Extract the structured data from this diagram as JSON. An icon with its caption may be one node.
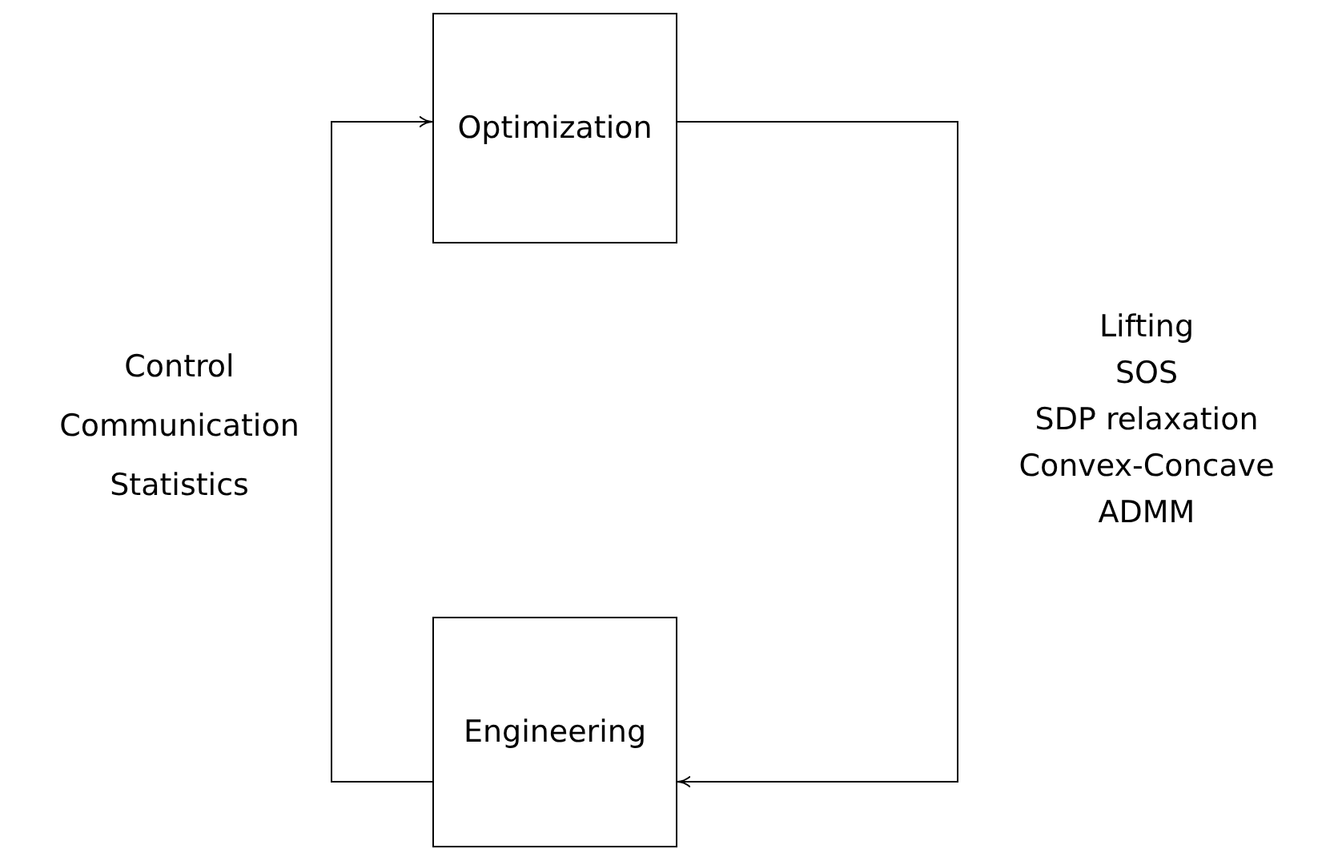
{
  "diagram": {
    "nodes": [
      {
        "text": [
          "Optimization"
        ]
      },
      {
        "text": [
          "Engineering"
        ]
      }
    ],
    "edges": [
      {
        "from": 1,
        "to": 0,
        "arrow": "to"
      },
      {
        "from": 0,
        "to": 1,
        "arrow": "to"
      }
    ],
    "labels": [
      "Control",
      "Communication",
      "Statistics",
      "Lifting",
      "SOS",
      "SDP relaxation",
      "Convex-Concave",
      "ADMM"
    ]
  }
}
